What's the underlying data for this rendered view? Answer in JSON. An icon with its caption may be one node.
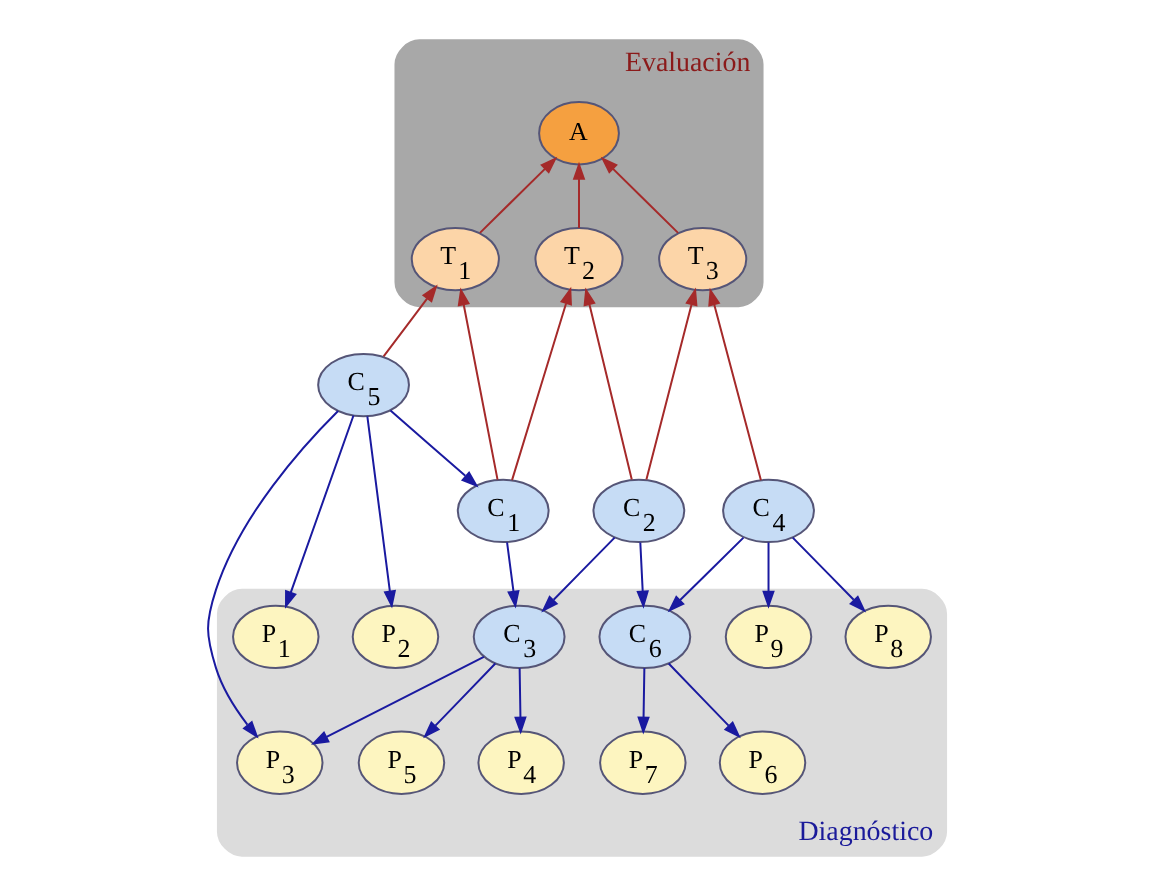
{
  "diagram": {
    "nodes": [
      {
        "text": [
          "Evaluación"
        ]
      },
      {
        "text": [
          "A"
        ],
        "in": 0
      },
      {
        "text": [
          "T$_{1}$"
        ],
        "in": 0
      },
      {
        "text": [
          "T$_{2}$"
        ],
        "in": 0
      },
      {
        "text": [
          "T$_{3}$"
        ],
        "in": 0
      },
      {
        "text": [
          "Diagnóstico"
        ]
      },
      {
        "text": [
          "C$_{5}$"
        ]
      },
      {
        "text": [
          "C$_{1}$"
        ]
      },
      {
        "text": [
          "C$_{2}$"
        ]
      },
      {
        "text": [
          "C$_{4}$"
        ]
      },
      {
        "text": [
          "C$_{3}$"
        ],
        "in": 5
      },
      {
        "text": [
          "C$_{6}$"
        ],
        "in": 5
      },
      {
        "text": [
          "P$_{1}$"
        ],
        "in": 5
      },
      {
        "text": [
          "P$_{2}$"
        ],
        "in": 5
      },
      {
        "text": [
          "P$_{3}$"
        ],
        "in": 5
      },
      {
        "text": [
          "P$_{4}$"
        ],
        "in": 5
      },
      {
        "text": [
          "P$_{5}$"
        ],
        "in": 5
      },
      {
        "text": [
          "P$_{6}$"
        ],
        "in": 5
      },
      {
        "text": [
          "P$_{7}$"
        ],
        "in": 5
      },
      {
        "text": [
          "P$_{8}$"
        ],
        "in": 5
      },
      {
        "text": [
          "P$_{9}$"
        ],
        "in": 5
      }
    ],
    "edges": [
      {
        "from": 2,
        "to": 1,
        "arrow": "to",
        "color": "#a52a2a"
      },
      {
        "from": 3,
        "to": 1,
        "arrow": "to",
        "color": "#a52a2a"
      },
      {
        "from": 4,
        "to": 1,
        "arrow": "to",
        "color": "#a52a2a"
      },
      {
        "from": 6,
        "to": 2,
        "arrow": "to",
        "color": "#a52a2a"
      },
      {
        "from": 7,
        "to": 2,
        "arrow": "to",
        "color": "#a52a2a"
      },
      {
        "from": 7,
        "to": 3,
        "arrow": "to",
        "color": "#a52a2a"
      },
      {
        "from": 8,
        "to": 3,
        "arrow": "to",
        "color": "#a52a2a"
      },
      {
        "from": 8,
        "to": 4,
        "arrow": "to",
        "color": "#a52a2a"
      },
      {
        "from": 9,
        "to": 4,
        "arrow": "to",
        "color": "#a52a2a"
      },
      {
        "from": 6,
        "to": 7,
        "arrow": "to"
      },
      {
        "from": 7,
        "to": 10,
        "arrow": "to"
      },
      {
        "from": 8,
        "to": 10,
        "arrow": "to"
      },
      {
        "from": 8,
        "to": 11,
        "arrow": "to"
      },
      {
        "from": 9,
        "to": 11,
        "arrow": "to"
      },
      {
        "from": 6,
        "to": 12,
        "arrow": "to"
      },
      {
        "from": 6,
        "to": 13,
        "arrow": "to"
      },
      {
        "from": 6,
        "to": 14,
        "arrow": "to"
      },
      {
        "from": 10,
        "to": 14,
        "arrow": "to"
      },
      {
        "from": 10,
        "to": 15,
        "arrow": "to"
      },
      {
        "from": 10,
        "to": 16,
        "arrow": "to"
      },
      {
        "from": 11,
        "to": 17,
        "arrow": "to"
      },
      {
        "from": 11,
        "to": 18,
        "arrow": "to"
      },
      {
        "from": 9,
        "to": 19,
        "arrow": "to"
      },
      {
        "from": 9,
        "to": 20,
        "arrow": "to"
      }
    ]
  }
}
